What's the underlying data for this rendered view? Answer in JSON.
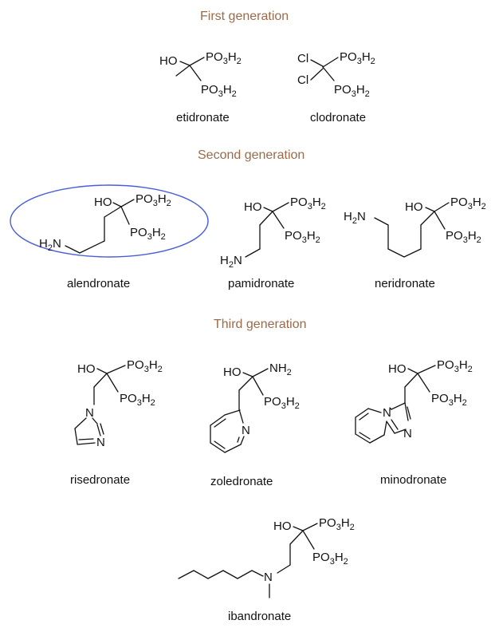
{
  "headings": {
    "first": "First generation",
    "second": "Second generation",
    "third": "Third generation"
  },
  "compounds": {
    "etidronate": "etidronate",
    "clodronate": "clodronate",
    "alendronate": "alendronate",
    "pamidronate": "pamidronate",
    "neridronate": "neridronate",
    "risedronate": "risedronate",
    "zoledronate": "zoledronate",
    "minodronate": "minodronate",
    "ibandronate": "ibandronate"
  },
  "groups": {
    "hydroxyl": "HO",
    "chloro": "Cl",
    "amine": "NH",
    "amine_left": "H",
    "amine_right": "N",
    "phosphonate": "PO",
    "phosphonate_sub3": "3",
    "phosphonate_sub2": "H",
    "sub2": "2",
    "nitrogen": "N"
  },
  "highlight": {
    "compound": "alendronate",
    "color": "#4a5fd6"
  }
}
